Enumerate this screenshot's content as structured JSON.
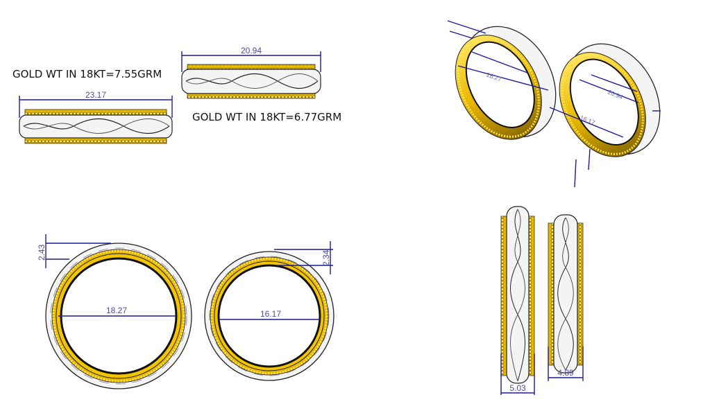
{
  "weights": {
    "ring1": "GOLD WT IN 18KT=7.55GRM",
    "ring2": "GOLD WT IN 18KT=6.77GRM"
  },
  "dimensions": {
    "side_width_1": "23.17",
    "side_width_2": "20.94",
    "inner_diameter_1": "18.27",
    "inner_diameter_2": "16.17",
    "thickness_1": "2.43",
    "thickness_2": "2.34",
    "band_width_1": "5.03",
    "band_width_2": "4.89",
    "iso_1": "18.27",
    "iso_2": "20.94",
    "iso_3": "16.17"
  },
  "colors": {
    "gold": "#f2c500",
    "white_gold": "#f4f4f4",
    "dimension": "#1a1a9a"
  }
}
